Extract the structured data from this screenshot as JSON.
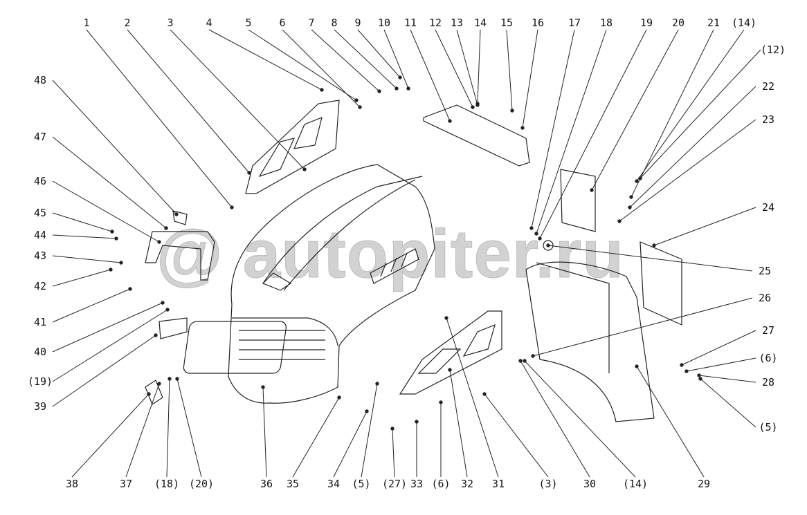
{
  "title": "Exploded view - hood and side panels",
  "watermark": "@ autopiter.ru",
  "labels": [
    "1",
    "2",
    "3",
    "4",
    "5",
    "6",
    "7",
    "8",
    "9",
    "10",
    "11",
    "12",
    "13",
    "14",
    "15",
    "16",
    "17",
    "18",
    "19",
    "20",
    "21",
    "(14)",
    "(12)",
    "22",
    "23",
    "24",
    "25",
    "26",
    "27",
    "(6)",
    "28",
    "(5)",
    "29",
    "(14)",
    "30",
    "(3)",
    "31",
    "32",
    "(6)",
    "33",
    "(27)",
    "(5)",
    "34",
    "35",
    "36",
    "(20)",
    "(18)",
    "37",
    "38",
    "48",
    "47",
    "46",
    "45",
    "44",
    "43",
    "42",
    "41",
    "40",
    "(19)",
    "39"
  ]
}
